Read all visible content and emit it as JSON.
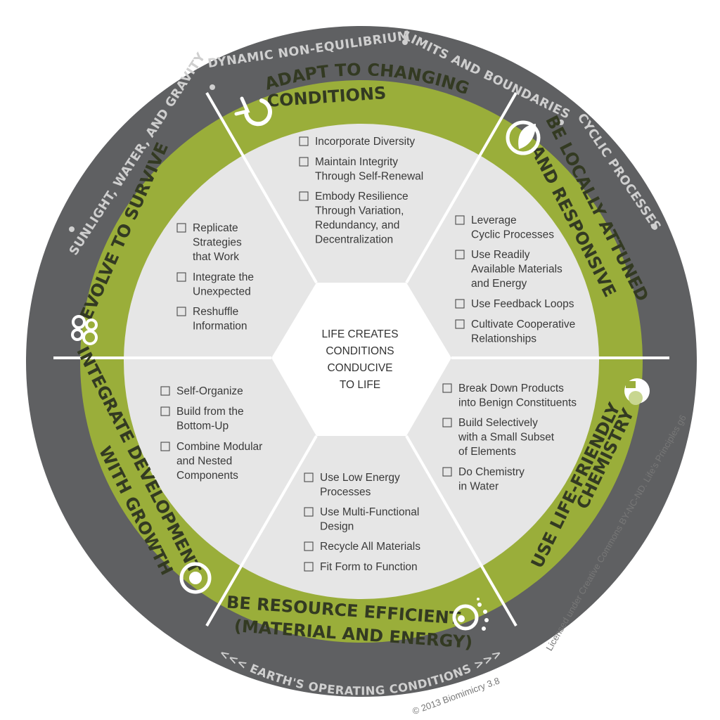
{
  "colors": {
    "outer_ring": "#5f6062",
    "green_ring": "#9aae3a",
    "inner_fill": "#e6e6e6",
    "divider": "#ffffff",
    "ring_text": "#cfcfcf",
    "principle_text": "#333a22",
    "icon": "#ffffff"
  },
  "center": {
    "lines": [
      "LIFE CREATES",
      "CONDITIONS",
      "CONDUCIVE",
      "TO LIFE"
    ]
  },
  "operating_conditions": {
    "sunlight": "SUNLIGHT, WATER, AND GRAVITY",
    "dynamic": "DYNAMIC NON-EQUILIBRIUM",
    "limits": "LIMITS AND BOUNDARIES",
    "cyclic": "CYCLIC PROCESSES",
    "earth": "<<< EARTH'S OPERATING CONDITIONS >>>"
  },
  "principles": {
    "adapt": {
      "title_lines": [
        "ADAPT TO CHANGING",
        "CONDITIONS"
      ],
      "icon": "cycle-arrow-icon",
      "items": [
        [
          "Incorporate Diversity"
        ],
        [
          "Maintain Integrity",
          "Through Self-Renewal"
        ],
        [
          "Embody Resilience",
          "Through Variation,",
          "Redundancy, and",
          "Decentralization"
        ]
      ]
    },
    "locally": {
      "title_lines": [
        "BE LOCALLY ATTUNED",
        "AND RESPONSIVE"
      ],
      "icon": "leaf-icon",
      "items": [
        [
          "Leverage",
          "Cyclic Processes"
        ],
        [
          "Use Readily",
          "Available Materials",
          "and Energy"
        ],
        [
          "Use Feedback Loops"
        ],
        [
          "Cultivate Cooperative",
          "Relationships"
        ]
      ]
    },
    "chemistry": {
      "title_lines": [
        "USE LIFE-FRIENDLY",
        "CHEMISTRY"
      ],
      "icon": "molecule-icon",
      "items": [
        [
          "Break Down Products",
          "into Benign Constituents"
        ],
        [
          "Build Selectively",
          "with a Small Subset",
          "of Elements"
        ],
        [
          "Do Chemistry",
          "in Water"
        ]
      ]
    },
    "resource": {
      "title_lines": [
        "BE RESOURCE EFFICIENT",
        "(MATERIAL AND ENERGY)"
      ],
      "icon": "dotted-circle-icon",
      "items": [
        [
          "Use Low Energy",
          "Processes"
        ],
        [
          "Use Multi-Functional",
          "Design"
        ],
        [
          "Recycle All Materials"
        ],
        [
          "Fit Form to Function"
        ]
      ]
    },
    "integrate": {
      "title_lines": [
        "INTEGRATE DEVELOPMENT",
        "WITH GROWTH"
      ],
      "icon": "target-icon",
      "items": [
        [
          "Self-Organize"
        ],
        [
          "Build from the",
          "Bottom-Up"
        ],
        [
          "Combine Modular",
          "and Nested",
          "Components"
        ]
      ]
    },
    "evolve": {
      "title_lines": [
        "EVOLVE TO SURVIVE"
      ],
      "icon": "bubbles-icon",
      "items": [
        [
          "Replicate",
          "Strategies",
          "that Work"
        ],
        [
          "Integrate the",
          "Unexpected"
        ],
        [
          "Reshuffle",
          "Information"
        ]
      ]
    }
  },
  "footer": {
    "license": "Licensed under Creative Commons BY-NC-ND. Life's Principles g6",
    "copyright": "© 2013 Biomimicry 3.8"
  }
}
